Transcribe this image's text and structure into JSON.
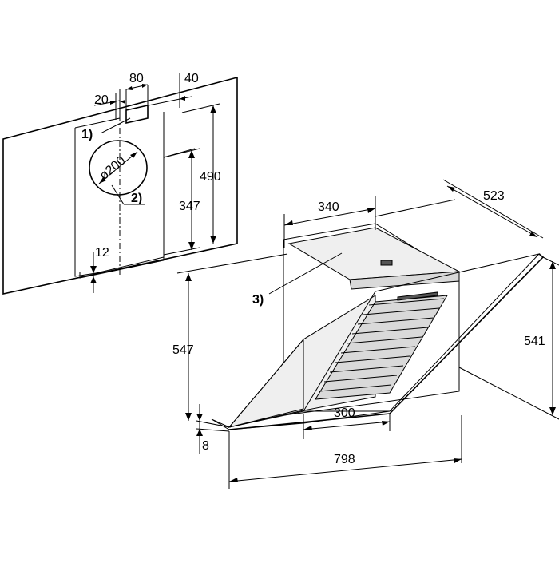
{
  "wall_plate": {
    "dimensions": {
      "d20": "20",
      "d80": "80",
      "d40": "40",
      "d490": "490",
      "d347": "347",
      "d12": "12",
      "d200": "ø200"
    },
    "callouts": {
      "c1": "1)",
      "c2": "2)"
    }
  },
  "hood": {
    "dimensions": {
      "d340": "340",
      "d523": "523",
      "d547": "547",
      "d541": "541",
      "d300": "300",
      "d798": "798",
      "d8": "8"
    },
    "callouts": {
      "c3": "3)"
    }
  }
}
